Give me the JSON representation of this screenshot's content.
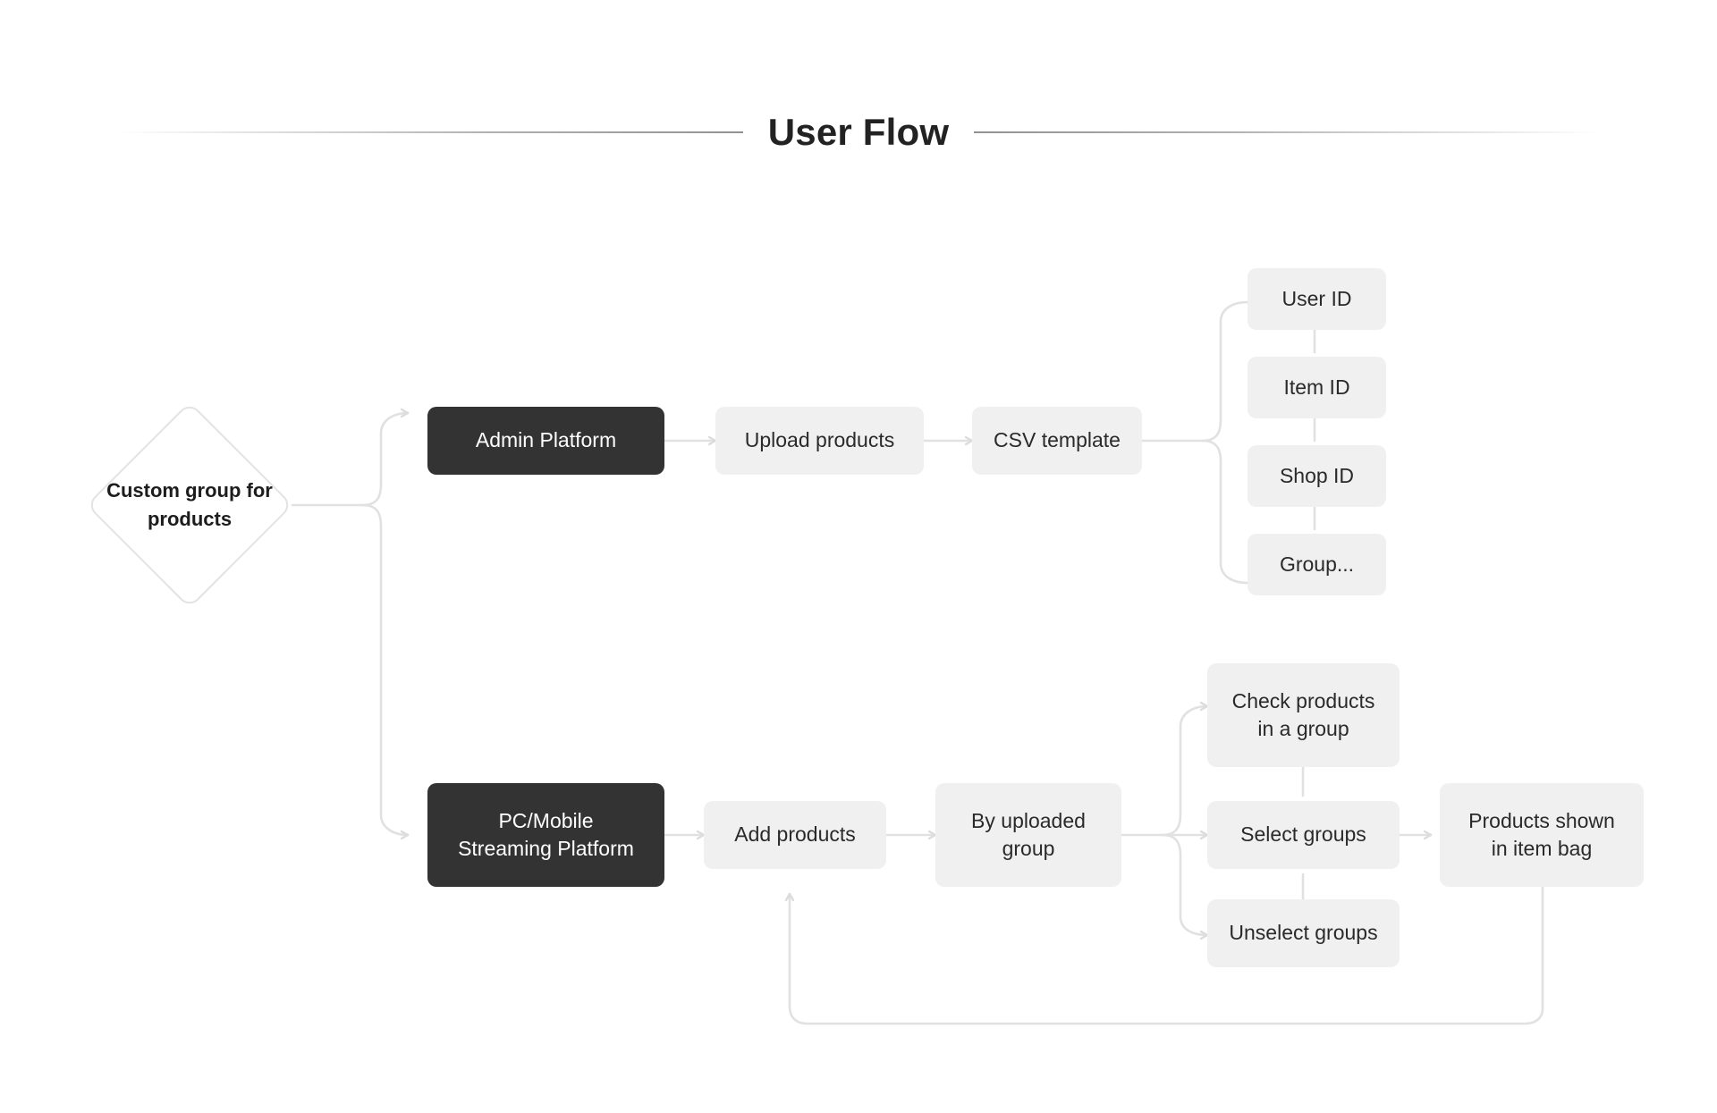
{
  "page": {
    "title": "User Flow",
    "background": "#ffffff"
  },
  "colors": {
    "node_fill_grey": "#f0f0f0",
    "node_fill_dark": "#333333",
    "node_text_dark": "#2a2a2a",
    "node_text_light": "#ffffff",
    "connector": "#e1e1e1",
    "title_text": "#222222"
  },
  "decision": {
    "label": "Custom group for products",
    "shape": "diamond"
  },
  "branches": {
    "admin": {
      "platform": "Admin Platform",
      "steps": [
        "Upload products",
        "CSV template"
      ],
      "fields": [
        "User ID",
        "Item ID",
        "Shop ID",
        "Group..."
      ]
    },
    "streaming": {
      "platform": "PC/Mobile Streaming Platform",
      "platform_line1": "PC/Mobile",
      "platform_line2": "Streaming Platform",
      "steps": [
        "Add products",
        "By uploaded group"
      ],
      "step2_line1": "By uploaded",
      "step2_line2": "group",
      "options": [
        "Check products in a group",
        "Select groups",
        "Unselect groups"
      ],
      "option1_line1": "Check products",
      "option1_line2": "in a group",
      "result": "Products shown in item bag",
      "result_line1": "Products shown",
      "result_line2": "in item bag"
    }
  },
  "flow_edges": [
    {
      "from": "Custom group for products",
      "to": "Admin Platform",
      "type": "brace-arrow"
    },
    {
      "from": "Custom group for products",
      "to": "PC/Mobile Streaming Platform",
      "type": "brace-arrow"
    },
    {
      "from": "Admin Platform",
      "to": "Upload products",
      "type": "arrow"
    },
    {
      "from": "Upload products",
      "to": "CSV template",
      "type": "arrow"
    },
    {
      "from": "CSV template",
      "to": "User ID",
      "type": "brace"
    },
    {
      "from": "CSV template",
      "to": "Group...",
      "type": "brace"
    },
    {
      "from": "User ID",
      "to": "Item ID",
      "type": "dash"
    },
    {
      "from": "Item ID",
      "to": "Shop ID",
      "type": "dash"
    },
    {
      "from": "Shop ID",
      "to": "Group...",
      "type": "dash"
    },
    {
      "from": "PC/Mobile Streaming Platform",
      "to": "Add products",
      "type": "arrow"
    },
    {
      "from": "Add products",
      "to": "By uploaded group",
      "type": "arrow"
    },
    {
      "from": "By uploaded group",
      "to": "Check products in a group",
      "type": "brace-arrow"
    },
    {
      "from": "By uploaded group",
      "to": "Select groups",
      "type": "arrow"
    },
    {
      "from": "By uploaded group",
      "to": "Unselect groups",
      "type": "brace-arrow"
    },
    {
      "from": "Check products in a group",
      "to": "Select groups",
      "type": "dash"
    },
    {
      "from": "Select groups",
      "to": "Unselect groups",
      "type": "dash"
    },
    {
      "from": "Select groups",
      "to": "Products shown in item bag",
      "type": "arrow"
    },
    {
      "from": "Products shown in item bag",
      "to": "Add products",
      "type": "loop-arrow"
    }
  ]
}
